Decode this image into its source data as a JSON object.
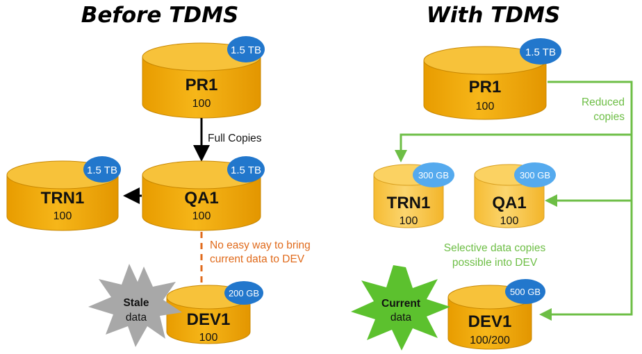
{
  "titles": {
    "left": "Before TDMS",
    "right": "With TDMS"
  },
  "before": {
    "pr1": {
      "name": "PR1",
      "count": "100",
      "badge": "1.5 TB"
    },
    "qa1": {
      "name": "QA1",
      "count": "100",
      "badge": "1.5 TB"
    },
    "trn1": {
      "name": "TRN1",
      "count": "100",
      "badge": "1.5 TB"
    },
    "dev1": {
      "name": "DEV1",
      "count": "100",
      "badge": "200 GB"
    },
    "full_copies_label": "Full Copies",
    "no_easy_line1": "No easy way to bring",
    "no_easy_line2": "current data to DEV",
    "burst_line1": "Stale",
    "burst_line2": "data"
  },
  "after": {
    "pr1": {
      "name": "PR1",
      "count": "100",
      "badge": "1.5 TB"
    },
    "trn1": {
      "name": "TRN1",
      "count": "100",
      "badge": "300 GB"
    },
    "qa1": {
      "name": "QA1",
      "count": "100",
      "badge": "300 GB"
    },
    "dev1": {
      "name": "DEV1",
      "count": "100/200",
      "badge": "500 GB"
    },
    "reduced_line1": "Reduced",
    "reduced_line2": "copies",
    "selective_line1": "Selective data copies",
    "selective_line2": "possible into DEV",
    "burst_line1": "Current",
    "burst_line2": "data"
  },
  "colors": {
    "cylinder_dark": "#F2A900",
    "cylinder_light": "#F9C94E",
    "cylinder_outline": "#C88700",
    "badge_dark": "#2277CC",
    "badge_light": "#55AAEE",
    "green": "#6DBE45",
    "orange_note": "#E06A1B",
    "stale_gray": "#A8A8A8",
    "current_green": "#5CC12E"
  }
}
